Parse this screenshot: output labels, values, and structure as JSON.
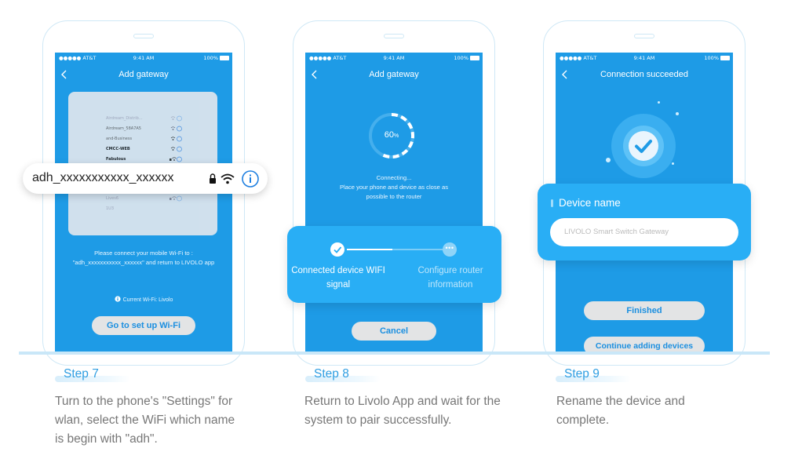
{
  "status_bar": {
    "carrier": "●●●●● AT&T",
    "time": "9:41 AM",
    "battery": "100%"
  },
  "phone1": {
    "nav_title": "Add gateway",
    "wifi_list": [
      "Airdream_Distrib...",
      "Airdream_58A7A5",
      "and-Business",
      "CMCC-WEB",
      "Fabulous",
      "Lives6",
      "1U3"
    ],
    "ssid_popup": "adh_xxxxxxxxxxx_xxxxxx",
    "instructions": "Please connect your mobile Wi-Fi to : \"adh_xxxxxxxxxxx_xxxxxx\" and return to LIVOLO app",
    "current_wifi": "Current Wi-Fi: Livolo",
    "setup_button": "Go to set up Wi-Fi"
  },
  "phone2": {
    "nav_title": "Add gateway",
    "progress_value": "60",
    "progress_unit": "%",
    "progress_fraction": 0.6,
    "connecting": "Connecting...",
    "hint": "Place your phone and device as close as possible to the router",
    "step_done_label": "Connected device WIFI signal",
    "step_todo_label": "Configure router information",
    "step_todo_glyph": "•••",
    "cancel_button": "Cancel"
  },
  "phone3": {
    "nav_title": "Connection succeeded",
    "device_name_title": "Device name",
    "device_name_placeholder": "LIVOLO Smart Switch Gateway",
    "finished_button": "Finished",
    "continue_button": "Continue adding devices"
  },
  "steps": [
    {
      "label": "Step 7",
      "text": "Turn to  the phone's \"Settings\" for wlan, select the WiFi which name is begin with \"adh\"."
    },
    {
      "label": "Step 8",
      "text": "Return to Livolo App and wait for the system to pair successfully."
    },
    {
      "label": "Step 9",
      "text": "Rename the device and complete."
    }
  ],
  "colors": {
    "screen_blue": "#1e9be6",
    "card_blue": "#29aef5",
    "step_label": "#2f9ee2"
  }
}
